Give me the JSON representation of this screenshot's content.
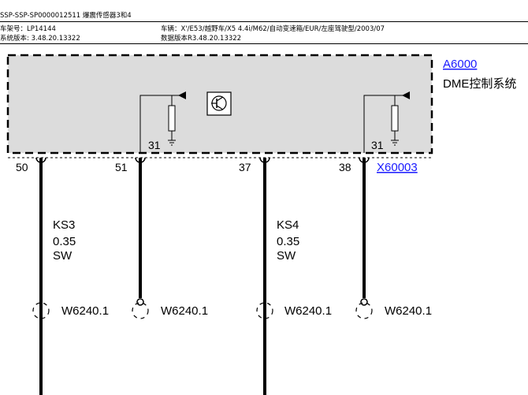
{
  "header": {
    "title": "SSP-SSP-SP0000012511 爆震传感器3和4",
    "chassis": "车架号：LP14144",
    "vehicle": "车辆：X'/E53/越野车/X5 4.4i/M62/自动变速箱/EUR/左座驾驶型/2003/07",
    "system_version": "系统版本: 3.48.20.13322",
    "data_version": "数据版本R3.48.20.13322"
  },
  "module": {
    "id": "A6000",
    "name": "DME控制系统",
    "connector": "X60003",
    "ground_labels": [
      "31",
      "31"
    ]
  },
  "pins": [
    "50",
    "51",
    "37",
    "38"
  ],
  "wires": [
    {
      "name": "KS3",
      "size": "0.35",
      "color": "SW"
    },
    {
      "name": "KS4",
      "size": "0.35",
      "color": "SW"
    }
  ],
  "connectors": [
    "W6240.1",
    "W6240.1",
    "W6240.1",
    "W6240.1"
  ]
}
